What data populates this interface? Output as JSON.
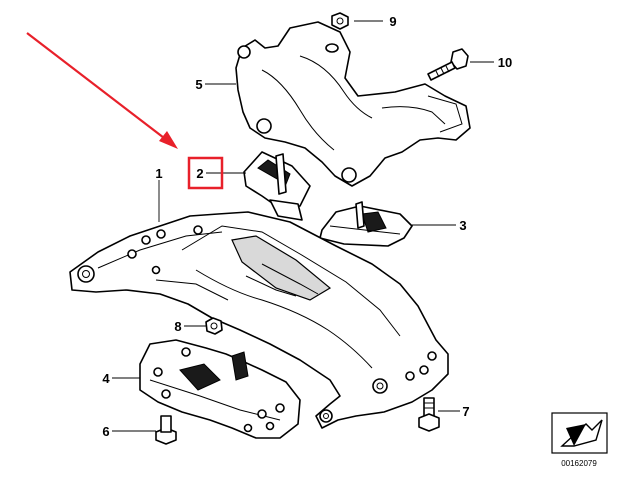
{
  "callouts": {
    "c1": "1",
    "c2": "2",
    "c3": "3",
    "c4": "4",
    "c5": "5",
    "c6": "6",
    "c7": "7",
    "c8": "8",
    "c9": "9",
    "c10": "10"
  },
  "diagram_id": "00162079",
  "colors": {
    "highlight": "#e8202a",
    "lines": "#000000",
    "background": "#ffffff"
  },
  "icons": {
    "orientation": "arrow-corner-icon"
  }
}
